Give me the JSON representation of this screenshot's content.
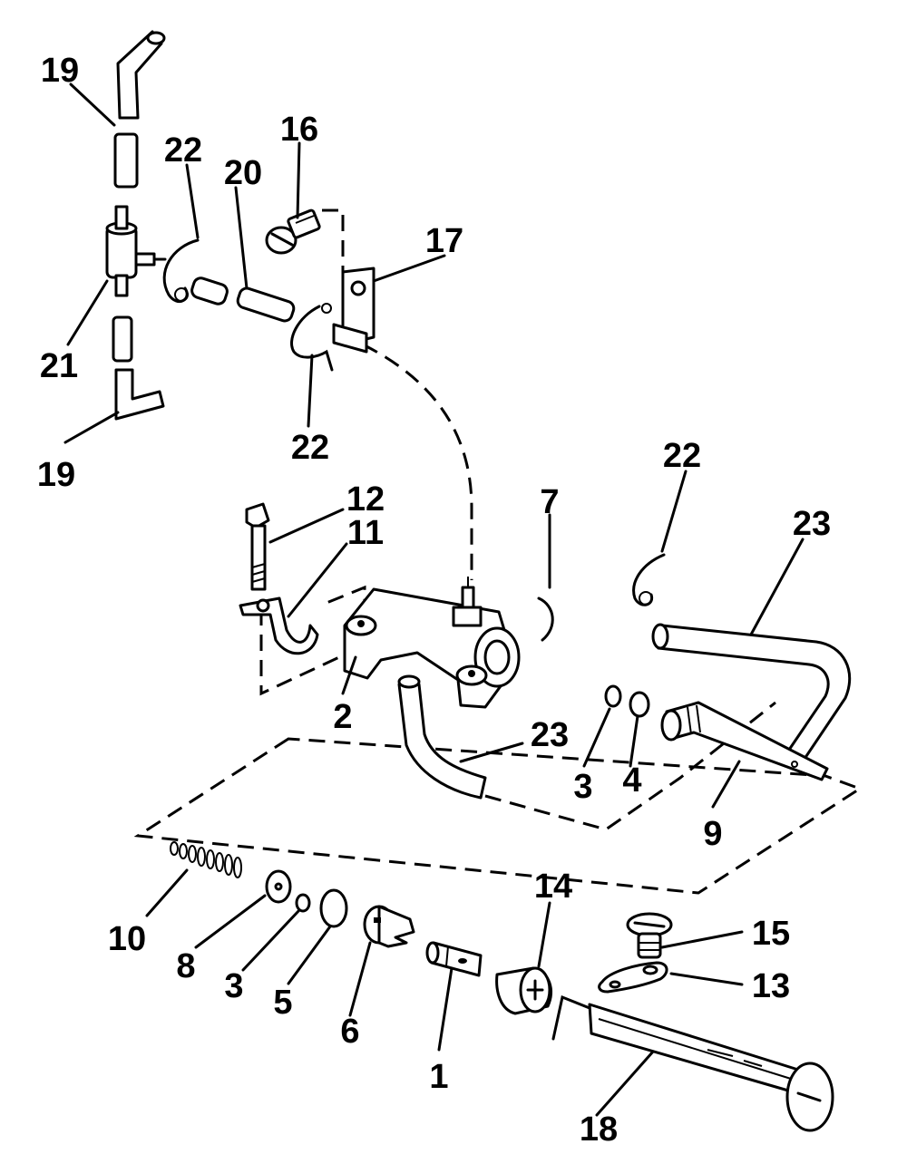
{
  "colors": {
    "ink": "#000000",
    "background": "#ffffff"
  },
  "callouts": {
    "c1": "1",
    "c2": "2",
    "c3a": "3",
    "c3b": "3",
    "c4": "4",
    "c5": "5",
    "c6": "6",
    "c7": "7",
    "c8": "8",
    "c9": "9",
    "c10": "10",
    "c11": "11",
    "c12": "12",
    "c13": "13",
    "c14": "14",
    "c15": "15",
    "c16": "16",
    "c17": "17",
    "c18": "18",
    "c19a": "19",
    "c19b": "19",
    "c20": "20",
    "c21": "21",
    "c22a": "22",
    "c22b": "22",
    "c22c": "22",
    "c23a": "23",
    "c23b": "23"
  }
}
